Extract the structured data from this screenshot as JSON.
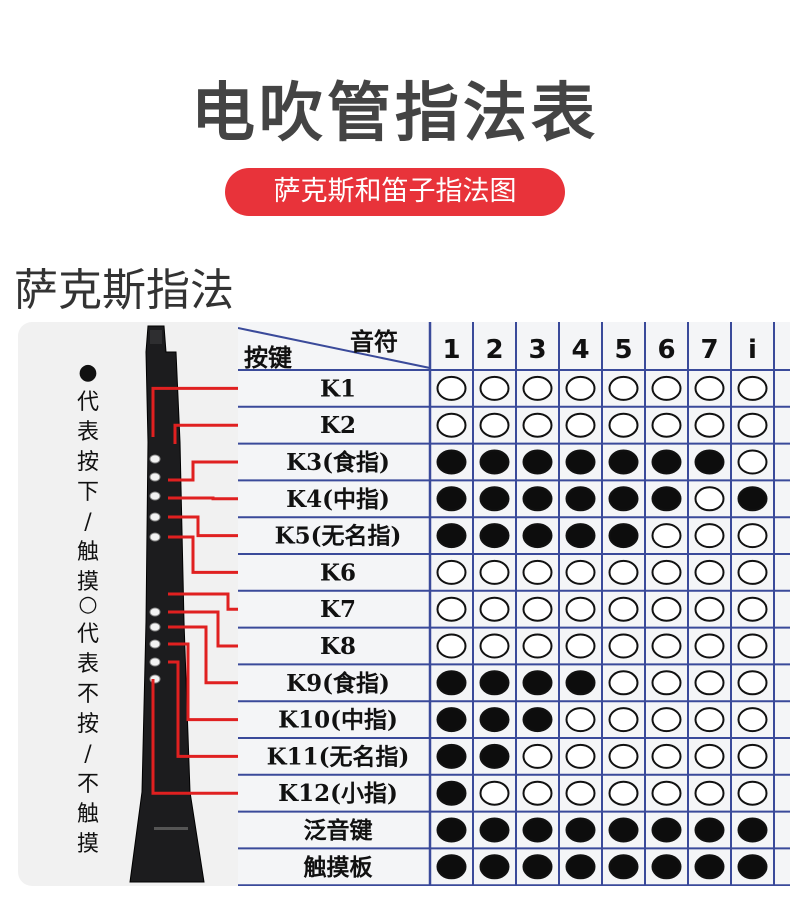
{
  "title": "电吹管指法表",
  "subtitle": "萨克斯和笛子指法图",
  "section_heading": "萨克斯指法",
  "legend": {
    "filled_symbol": "●",
    "filled_text": [
      "代",
      "表",
      "按",
      "下",
      "/",
      "触",
      "摸"
    ],
    "empty_symbol": "○",
    "empty_text": [
      "代",
      "表",
      "不",
      "按",
      "/",
      "不",
      "触",
      "摸"
    ]
  },
  "table": {
    "corner_top": "音符",
    "corner_bottom": "按键",
    "notes": [
      "1",
      "2",
      "3",
      "4",
      "5",
      "6",
      "7",
      "i"
    ],
    "rows": [
      {
        "label": "K1",
        "cells": [
          0,
          0,
          0,
          0,
          0,
          0,
          0,
          0
        ]
      },
      {
        "label": "K2",
        "cells": [
          0,
          0,
          0,
          0,
          0,
          0,
          0,
          0
        ]
      },
      {
        "label": "K3(食指)",
        "cells": [
          1,
          1,
          1,
          1,
          1,
          1,
          1,
          0
        ]
      },
      {
        "label": "K4(中指)",
        "cells": [
          1,
          1,
          1,
          1,
          1,
          1,
          0,
          1
        ]
      },
      {
        "label": "K5(无名指)",
        "cells": [
          1,
          1,
          1,
          1,
          1,
          0,
          0,
          0
        ]
      },
      {
        "label": "K6",
        "cells": [
          0,
          0,
          0,
          0,
          0,
          0,
          0,
          0
        ]
      },
      {
        "label": "K7",
        "cells": [
          0,
          0,
          0,
          0,
          0,
          0,
          0,
          0
        ]
      },
      {
        "label": "K8",
        "cells": [
          0,
          0,
          0,
          0,
          0,
          0,
          0,
          0
        ]
      },
      {
        "label": "K9(食指)",
        "cells": [
          1,
          1,
          1,
          1,
          0,
          0,
          0,
          0
        ]
      },
      {
        "label": "K10(中指)",
        "cells": [
          1,
          1,
          1,
          0,
          0,
          0,
          0,
          0
        ]
      },
      {
        "label": "K11(无名指)",
        "cells": [
          1,
          1,
          0,
          0,
          0,
          0,
          0,
          0
        ]
      },
      {
        "label": "K12(小指)",
        "cells": [
          1,
          0,
          0,
          0,
          0,
          0,
          0,
          0
        ]
      },
      {
        "label": "泛音键",
        "cells": [
          1,
          1,
          1,
          1,
          1,
          1,
          1,
          1
        ]
      },
      {
        "label": "触摸板",
        "cells": [
          1,
          1,
          1,
          1,
          1,
          1,
          1,
          1
        ]
      }
    ]
  },
  "colors": {
    "accent": "#e8333a",
    "grid": "#3a4a9a",
    "connector": "#e02020"
  }
}
